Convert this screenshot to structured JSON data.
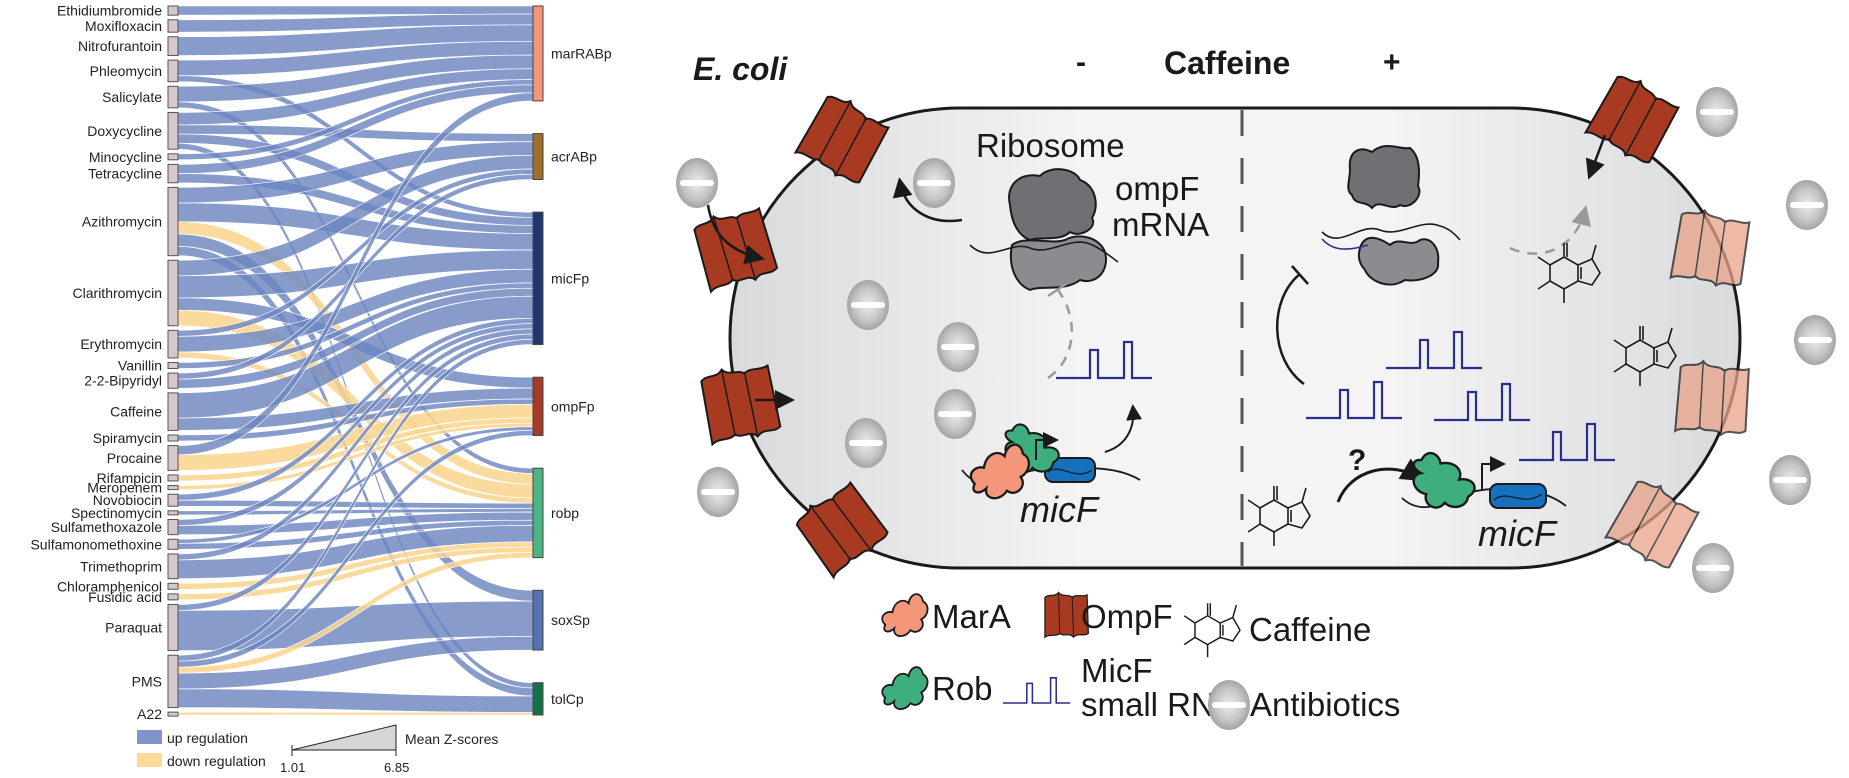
{
  "sankey": {
    "sources": [
      "Ethidiumbromide",
      "Moxifloxacin",
      "Nitrofurantoin",
      "Phleomycin",
      "Salicylate",
      "Doxycycline",
      "Minocycline",
      "Tetracycline",
      "Azithromycin",
      "Clarithromycin",
      "Erythromycin",
      "Vanillin",
      "2-2-Bipyridyl",
      "Caffeine",
      "Spiramycin",
      "Procaine",
      "Rifampicin",
      "Meropenem",
      "Novobiocin",
      "Spectinomycin",
      "Sulfamethoxazole",
      "Sulfamonomethoxine",
      "Trimethoprim",
      "Chloramphenicol",
      "Fusidic acid",
      "Paraquat",
      "PMS",
      "A22"
    ],
    "targets": [
      {
        "name": "marRABp",
        "color": "#F4967A"
      },
      {
        "name": "acrABp",
        "color": "#A0702A"
      },
      {
        "name": "micFp",
        "color": "#22366E"
      },
      {
        "name": "ompFp",
        "color": "#A63A26"
      },
      {
        "name": "robp",
        "color": "#4DB585"
      },
      {
        "name": "soxSp",
        "color": "#5573B0"
      },
      {
        "name": "tolCp",
        "color": "#13744A"
      }
    ],
    "links": [
      {
        "s": "Ethidiumbromide",
        "t": "marRABp",
        "dir": "up",
        "z": 2.0
      },
      {
        "s": "Moxifloxacin",
        "t": "marRABp",
        "dir": "up",
        "z": 2.5
      },
      {
        "s": "Nitrofurantoin",
        "t": "marRABp",
        "dir": "up",
        "z": 3.5
      },
      {
        "s": "Phleomycin",
        "t": "marRABp",
        "dir": "up",
        "z": 3.0
      },
      {
        "s": "Phleomycin",
        "t": "micFp",
        "dir": "up",
        "z": 1.5
      },
      {
        "s": "Salicylate",
        "t": "marRABp",
        "dir": "up",
        "z": 3.0
      },
      {
        "s": "Salicylate",
        "t": "robp",
        "dir": "up",
        "z": 1.5
      },
      {
        "s": "Doxycycline",
        "t": "marRABp",
        "dir": "up",
        "z": 2.5
      },
      {
        "s": "Doxycycline",
        "t": "acrABp",
        "dir": "up",
        "z": 2.0
      },
      {
        "s": "Doxycycline",
        "t": "micFp",
        "dir": "up",
        "z": 2.0
      },
      {
        "s": "Doxycycline",
        "t": "tolCp",
        "dir": "up",
        "z": 1.5
      },
      {
        "s": "Minocycline",
        "t": "marRABp",
        "dir": "up",
        "z": 1.5
      },
      {
        "s": "Tetracycline",
        "t": "marRABp",
        "dir": "up",
        "z": 2.0
      },
      {
        "s": "Tetracycline",
        "t": "micFp",
        "dir": "up",
        "z": 2.0
      },
      {
        "s": "Azithromycin",
        "t": "acrABp",
        "dir": "up",
        "z": 3.0
      },
      {
        "s": "Azithromycin",
        "t": "micFp",
        "dir": "up",
        "z": 3.5
      },
      {
        "s": "Azithromycin",
        "t": "robp",
        "dir": "down",
        "z": 2.5
      },
      {
        "s": "Azithromycin",
        "t": "soxSp",
        "dir": "up",
        "z": 2.5
      },
      {
        "s": "Azithromycin",
        "t": "tolCp",
        "dir": "up",
        "z": 2.0
      },
      {
        "s": "Clarithromycin",
        "t": "acrABp",
        "dir": "up",
        "z": 3.0
      },
      {
        "s": "Clarithromycin",
        "t": "micFp",
        "dir": "up",
        "z": 4.0
      },
      {
        "s": "Clarithromycin",
        "t": "ompFp",
        "dir": "up",
        "z": 2.5
      },
      {
        "s": "Clarithromycin",
        "t": "robp",
        "dir": "down",
        "z": 3.0
      },
      {
        "s": "Erythromycin",
        "t": "micFp",
        "dir": "up",
        "z": 3.0
      },
      {
        "s": "Erythromycin",
        "t": "acrABp",
        "dir": "up",
        "z": 1.5
      },
      {
        "s": "Erythromycin",
        "t": "robp",
        "dir": "down",
        "z": 1.5
      },
      {
        "s": "Vanillin",
        "t": "micFp",
        "dir": "up",
        "z": 1.5
      },
      {
        "s": "2-2-Bipyridyl",
        "t": "micFp",
        "dir": "up",
        "z": 2.0
      },
      {
        "s": "2-2-Bipyridyl",
        "t": "acrABp",
        "dir": "up",
        "z": 1.5
      },
      {
        "s": "Caffeine",
        "t": "micFp",
        "dir": "up",
        "z": 4.5
      },
      {
        "s": "Caffeine",
        "t": "ompFp",
        "dir": "up",
        "z": 2.5
      },
      {
        "s": "Spiramycin",
        "t": "ompFp",
        "dir": "up",
        "z": 1.5
      },
      {
        "s": "Procaine",
        "t": "marRABp",
        "dir": "up",
        "z": 2.0
      },
      {
        "s": "Procaine",
        "t": "ompFp",
        "dir": "down",
        "z": 3.0
      },
      {
        "s": "Rifampicin",
        "t": "ompFp",
        "dir": "down",
        "z": 1.5
      },
      {
        "s": "Meropenem",
        "t": "ompFp",
        "dir": "down",
        "z": 1.2
      },
      {
        "s": "Novobiocin",
        "t": "micFp",
        "dir": "up",
        "z": 1.5
      },
      {
        "s": "Novobiocin",
        "t": "robp",
        "dir": "up",
        "z": 1.5
      },
      {
        "s": "Spectinomycin",
        "t": "robp",
        "dir": "up",
        "z": 1.2
      },
      {
        "s": "Sulfamethoxazole",
        "t": "robp",
        "dir": "up",
        "z": 2.0
      },
      {
        "s": "Sulfamethoxazole",
        "t": "micFp",
        "dir": "up",
        "z": 1.5
      },
      {
        "s": "Sulfamonomethoxine",
        "t": "robp",
        "dir": "up",
        "z": 1.5
      },
      {
        "s": "Sulfamonomethoxine",
        "t": "ompFp",
        "dir": "up",
        "z": 1.2
      },
      {
        "s": "Trimethoprim",
        "t": "robp",
        "dir": "up",
        "z": 3.5
      },
      {
        "s": "Trimethoprim",
        "t": "micFp",
        "dir": "up",
        "z": 1.5
      },
      {
        "s": "Chloramphenicol",
        "t": "robp",
        "dir": "down",
        "z": 1.5
      },
      {
        "s": "Fusidic acid",
        "t": "robp",
        "dir": "down",
        "z": 1.5
      },
      {
        "s": "Paraquat",
        "t": "micFp",
        "dir": "up",
        "z": 1.5
      },
      {
        "s": "Paraquat",
        "t": "soxSp",
        "dir": "up",
        "z": 6.85
      },
      {
        "s": "PMS",
        "t": "micFp",
        "dir": "up",
        "z": 1.5
      },
      {
        "s": "PMS",
        "t": "ompFp",
        "dir": "up",
        "z": 1.5
      },
      {
        "s": "PMS",
        "t": "robp",
        "dir": "down",
        "z": 1.5
      },
      {
        "s": "PMS",
        "t": "soxSp",
        "dir": "up",
        "z": 3.0
      },
      {
        "s": "PMS",
        "t": "tolCp",
        "dir": "up",
        "z": 3.5
      },
      {
        "s": "A22",
        "t": "tolCp",
        "dir": "down",
        "z": 1.01
      }
    ],
    "colors": {
      "up": "#6E86C1",
      "down": "#FAD58C",
      "source_node": "#D5C7CB"
    },
    "legend": {
      "up_label": "up regulation",
      "down_label": "down regulation",
      "scale_title": "Mean Z-scores",
      "scale_min": "1.01",
      "scale_max": "6.85"
    }
  },
  "schematic": {
    "organism": "E. coli",
    "condition_label": "Caffeine",
    "minus_sign": "-",
    "plus_sign": "+",
    "ribosome_label": "Ribosome",
    "mrna_label_1": "ompF",
    "mrna_label_2": "mRNA",
    "gene_label_left": "micF",
    "gene_label_right": "micF",
    "question_mark": "?",
    "legend": {
      "mara": "MarA",
      "rob": "Rob",
      "ompf": "OmpF",
      "micf_1": "MicF",
      "micf_2": "small RNA",
      "caffeine": "Caffeine",
      "antibiotics": "Antibiotics"
    },
    "colors": {
      "mara": "#F4967A",
      "rob": "#3FAE7E",
      "ompf": "#A93A22",
      "micf_rna": "#2A2E8C",
      "gene": "#1570BE",
      "ribosome": "#6F7074",
      "cell": "#E6E7E9"
    }
  }
}
